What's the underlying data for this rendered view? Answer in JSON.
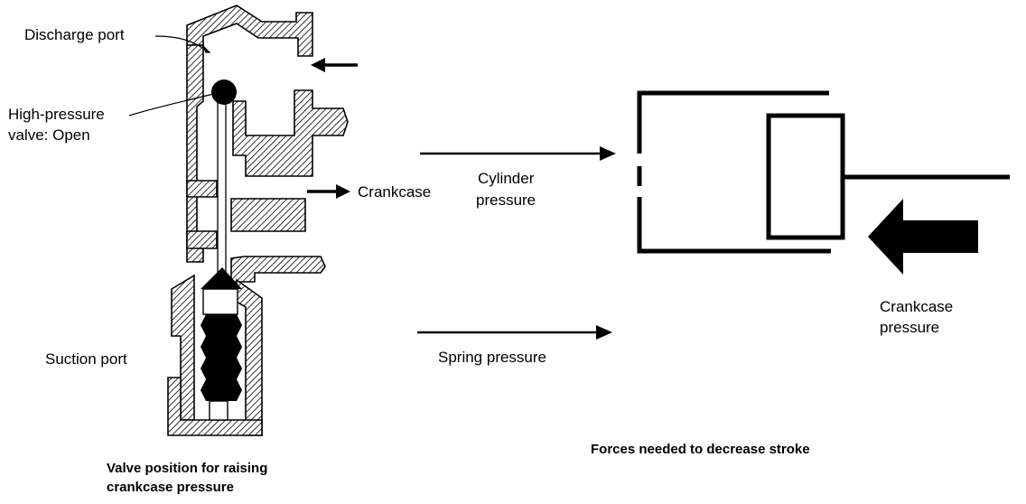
{
  "labels": {
    "discharge_port": "Discharge port",
    "high_pressure_line1": "High-pressure",
    "high_pressure_line2": "valve: Open",
    "crankcase": "Crankcase",
    "suction_port": "Suction port",
    "cylinder_pressure_line1": "Cylinder",
    "cylinder_pressure_line2": "pressure",
    "spring_pressure": "Spring pressure",
    "crankcase_pressure_line1": "Crankcase",
    "crankcase_pressure_line2": "pressure"
  },
  "captions": {
    "left_line1": "Valve position for raising",
    "left_line2": "crankcase pressure",
    "right": "Forces needed to decrease stroke"
  }
}
